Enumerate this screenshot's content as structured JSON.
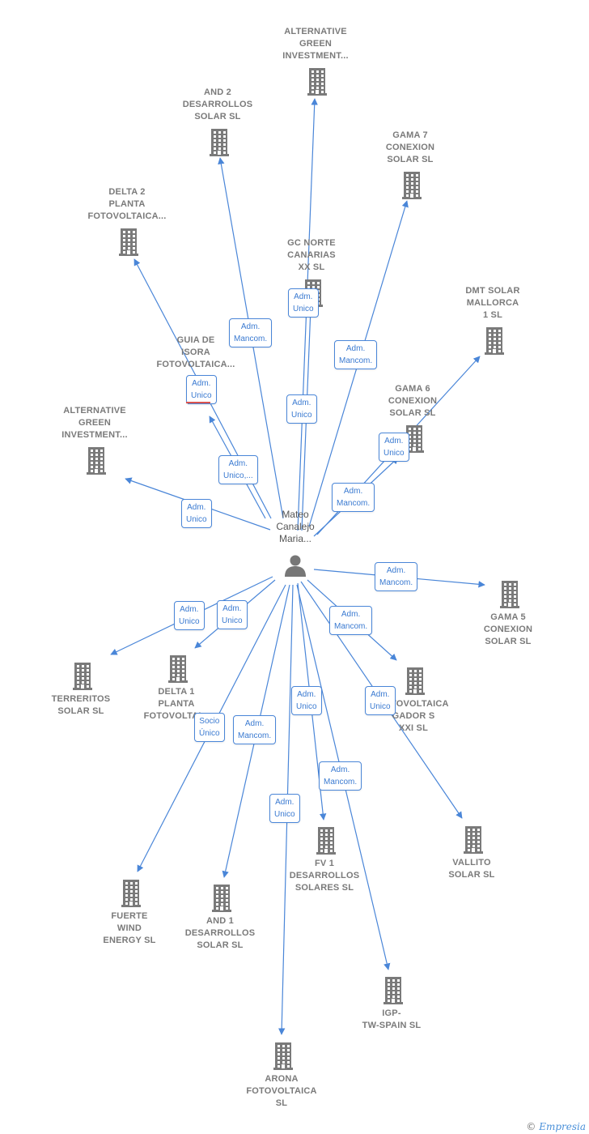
{
  "colors": {
    "line": "#4a86d8",
    "building": "#7a7a7a",
    "text": "#7a7a7a",
    "badge_text": "#3a7ad1"
  },
  "center": {
    "label": "Mateo\nCanalejo\nMaria...",
    "icon": "person-icon"
  },
  "companies": [
    {
      "id": "alt_green_top",
      "label": "ALTERNATIVE\nGREEN\nINVESTMENT..."
    },
    {
      "id": "and2",
      "label": "AND 2\nDESARROLLOS\nSOLAR  SL"
    },
    {
      "id": "gama7",
      "label": "GAMA 7\nCONEXION\nSOLAR  SL"
    },
    {
      "id": "delta2",
      "label": "DELTA 2\nPLANTA\nFOTOVOLTAICA..."
    },
    {
      "id": "gc_norte",
      "label": "GC NORTE\nCANARIAS\nXX  SL"
    },
    {
      "id": "dmt",
      "label": "DMT SOLAR\nMALLORCA\n1  SL"
    },
    {
      "id": "guia",
      "label": "GUIA DE\nISORA\nFOTOVOLTAICA..."
    },
    {
      "id": "gama6",
      "label": "GAMA 6\nCONEXION\nSOLAR  SL"
    },
    {
      "id": "alt_green_left",
      "label": "ALTERNATIVE\nGREEN\nINVESTMENT..."
    },
    {
      "id": "gama5",
      "label": "GAMA 5\nCONEXION\nSOLAR  SL"
    },
    {
      "id": "terreritos",
      "label": "TERRERITOS\nSOLAR  SL"
    },
    {
      "id": "delta1",
      "label": "DELTA 1\nPLANTA\nFOTOVOLTAI..."
    },
    {
      "id": "fv_gador",
      "label": "FOTOVOLTAICA\nGADOR S\nXXI  SL"
    },
    {
      "id": "vallito",
      "label": "VALLITO\nSOLAR  SL"
    },
    {
      "id": "fv1",
      "label": "FV 1\nDESARROLLOS\nSOLARES  SL"
    },
    {
      "id": "fuerte",
      "label": "FUERTE\nWIND\nENERGY  SL"
    },
    {
      "id": "and1",
      "label": "AND 1\nDESARROLLOS\nSOLAR  SL"
    },
    {
      "id": "igp",
      "label": "IGP-\nTW-SPAIN  SL"
    },
    {
      "id": "arona",
      "label": "ARONA\nFOTOVOLTAICA\nSL"
    }
  ],
  "badges": [
    {
      "id": "b_gc",
      "text": "Adm.\nUnico"
    },
    {
      "id": "b_and2",
      "text": "Adm.\nMancom."
    },
    {
      "id": "b_gama7",
      "text": "Adm.\nMancom."
    },
    {
      "id": "b_guia",
      "text": "Adm.\nUnico"
    },
    {
      "id": "b_alt_top",
      "text": "Adm.\nUnico"
    },
    {
      "id": "b_gama6",
      "text": "Adm.\nUnico"
    },
    {
      "id": "b_delta2",
      "text": "Adm.\nUnico,..."
    },
    {
      "id": "b_dmt",
      "text": "Adm.\nMancom."
    },
    {
      "id": "b_alt_left",
      "text": "Adm.\nUnico"
    },
    {
      "id": "b_gama5",
      "text": "Adm.\nMancom."
    },
    {
      "id": "b_terreritos",
      "text": "Adm.\nUnico"
    },
    {
      "id": "b_delta1",
      "text": "Adm.\nUnico"
    },
    {
      "id": "b_fvgador",
      "text": "Adm.\nMancom."
    },
    {
      "id": "b_fv1",
      "text": "Adm.\nUnico"
    },
    {
      "id": "b_vallito",
      "text": "Adm.\nUnico"
    },
    {
      "id": "b_fuerte",
      "text": "Socio\nÚnico"
    },
    {
      "id": "b_and1",
      "text": "Adm.\nMancom."
    },
    {
      "id": "b_igp",
      "text": "Adm.\nMancom."
    },
    {
      "id": "b_arona",
      "text": "Adm.\nUnico"
    }
  ],
  "footer": {
    "copyright": "©",
    "brand": "Empresia"
  }
}
